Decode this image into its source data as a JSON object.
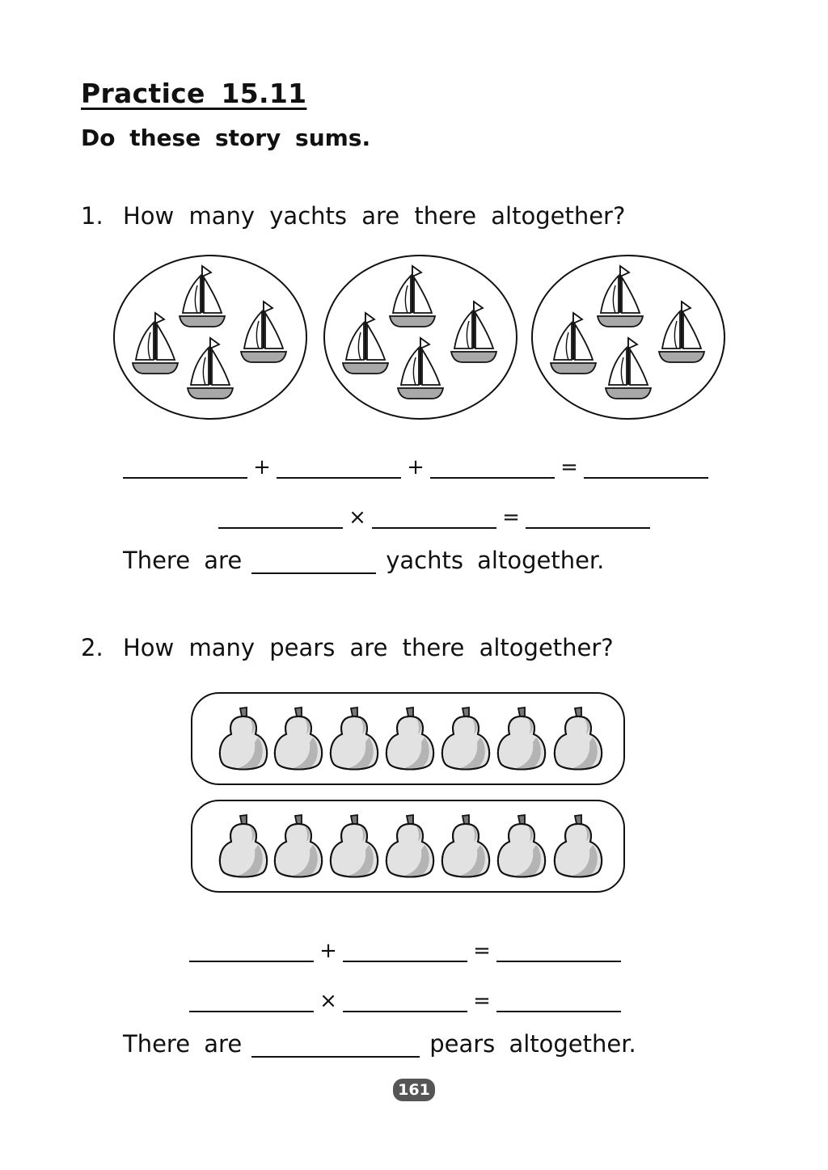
{
  "header": {
    "title": "Practice 15.11",
    "instruction": "Do these story sums."
  },
  "questions": [
    {
      "number": "1.",
      "text": "How many yachts are there altogether?",
      "picture": {
        "groups": 3,
        "items_per_group": 4,
        "item_icon": "yacht-icon"
      },
      "eq1": {
        "op1": "+",
        "op2": "+",
        "equals": "="
      },
      "eq2": {
        "op": "×",
        "equals": "="
      },
      "sentence": {
        "before": "There are",
        "after": "yachts altogether."
      }
    },
    {
      "number": "2.",
      "text": "How many pears are there altogether?",
      "picture": {
        "groups": 2,
        "items_per_group": 7,
        "item_icon": "pear-icon"
      },
      "eq1": {
        "op": "+",
        "equals": "="
      },
      "eq2": {
        "op": "×",
        "equals": "="
      },
      "sentence": {
        "before": "There are",
        "after": "pears altogether."
      }
    }
  ],
  "footer": {
    "page_number": "161"
  },
  "colors": {
    "hull_gray": "#a8a8a8",
    "pear_light": "#e2e2e2",
    "pear_shade": "#b4b4b4",
    "stem": "#777777",
    "badge": "#555555"
  }
}
